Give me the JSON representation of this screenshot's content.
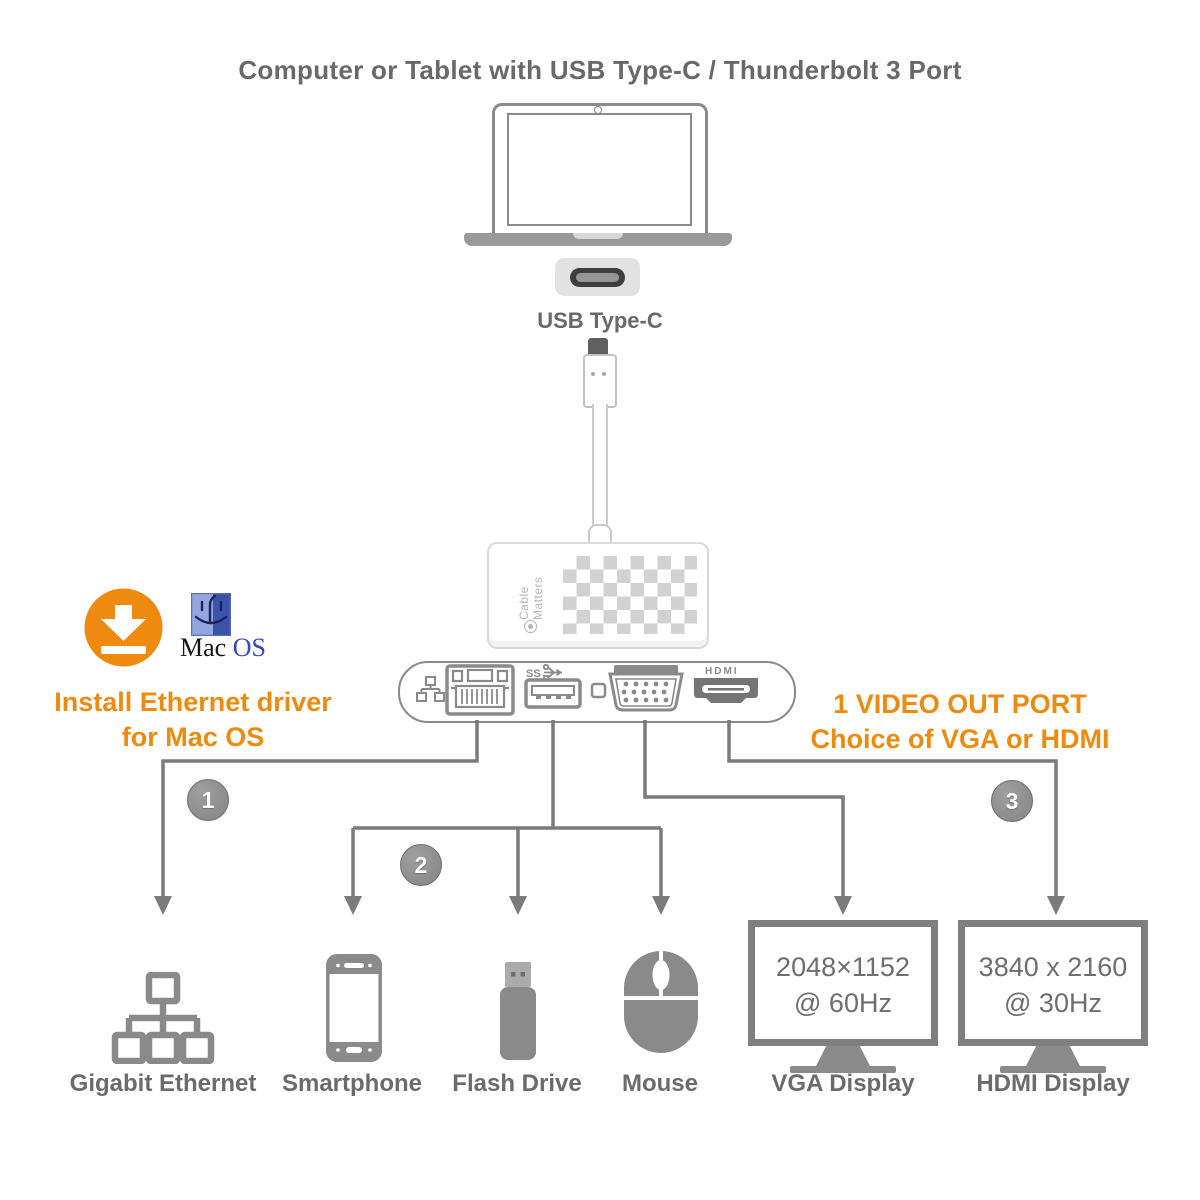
{
  "title": "Computer or Tablet with USB Type-C / Thunderbolt 3 Port",
  "laptop_section": {
    "port_label": "USB Type-C"
  },
  "adapter": {
    "brand": "Cable Matters",
    "usb_port_label": "SS",
    "hdmi_port_label": "HDMI"
  },
  "mac_note": {
    "logo_mac": "Mac",
    "logo_os": "OS",
    "heading_line1": "Install Ethernet driver",
    "heading_line2": "for Mac OS"
  },
  "video_note": {
    "line1": "1 VIDEO OUT PORT",
    "line2": "Choice of VGA or HDMI"
  },
  "steps": [
    {
      "number": "1"
    },
    {
      "number": "2"
    },
    {
      "number": "3"
    }
  ],
  "devices": [
    {
      "label": "Gigabit Ethernet"
    },
    {
      "label": "Smartphone"
    },
    {
      "label": "Flash Drive"
    },
    {
      "label": "Mouse"
    }
  ],
  "displays": [
    {
      "label": "VGA Display",
      "resolution": "2048×1152",
      "refresh": "@ 60Hz"
    },
    {
      "label": "HDMI Display",
      "resolution": "3840 x 2160",
      "refresh": "@ 30Hz"
    }
  ],
  "colors": {
    "accent_orange": "#EE8A0E",
    "icon_gray": "#8A8A8A",
    "line_gray": "#7B7B7B",
    "label_gray": "#6B6B6B",
    "finder_blue_light": "#93A7DE",
    "finder_blue_dark": "#3B53A8",
    "os_blue": "#3647C0"
  }
}
